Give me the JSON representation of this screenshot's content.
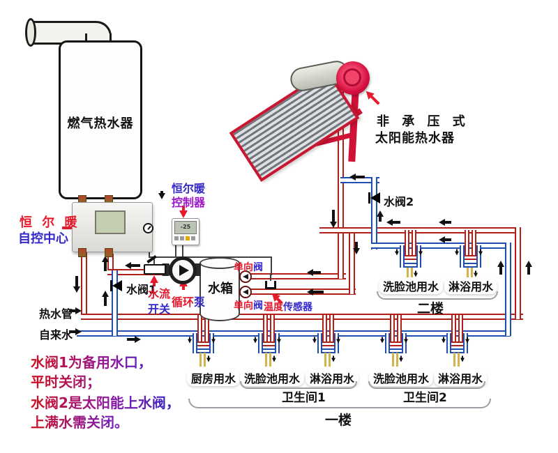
{
  "colors": {
    "pipe_hot": "#b02018",
    "pipe_cold": "#1e4fb0",
    "pipe_mixed": "#d4b44a",
    "label_red": "#e8192c",
    "label_blue": "#3428cc",
    "label_purple": "#9c17c9",
    "arrow_black": "#111111"
  },
  "equipment": {
    "gas_heater": "燃气热水器",
    "solar_heater_line1": "非 承 压 式",
    "solar_heater_line2": "太阳能热水器",
    "control_center_line1": "恒 尔 暖",
    "control_center_line2": "自控中心",
    "controller_line1": "恒尔暖",
    "controller_line2": "控制器",
    "controller_screen": "-25",
    "flow_switch_word1": "水流",
    "flow_switch_word2": "开关",
    "pump_word1": "循环",
    "pump_word2": "泵",
    "tank": "水箱",
    "check_valve_top_word1": "单向",
    "check_valve_top_word2": "阀",
    "check_valve_bottom_word1": "单向",
    "check_valve_bottom_word2": "阀",
    "temp_sensor_word1": "温度",
    "temp_sensor_word2": "传感器",
    "valve1": "水阀1",
    "valve2": "水阀2",
    "hot_pipe": "热水管",
    "cold_pipe": "自来水"
  },
  "second_floor": {
    "taps": [
      "洗脸池用水",
      "淋浴用水"
    ],
    "floor_label": "二楼"
  },
  "first_floor": {
    "taps": [
      "厨房用水",
      "洗脸池用水",
      "淋浴用水",
      "洗脸池用水",
      "淋浴用水"
    ],
    "bathroom1": "卫生间1",
    "bathroom2": "卫生间2",
    "floor_label": "一楼"
  },
  "notes": {
    "line1": "水阀1为备用水口，",
    "line2": "平时关闭；",
    "line3": "水阀2是太阳能上水阀，",
    "line4": "上满水需关闭。"
  }
}
